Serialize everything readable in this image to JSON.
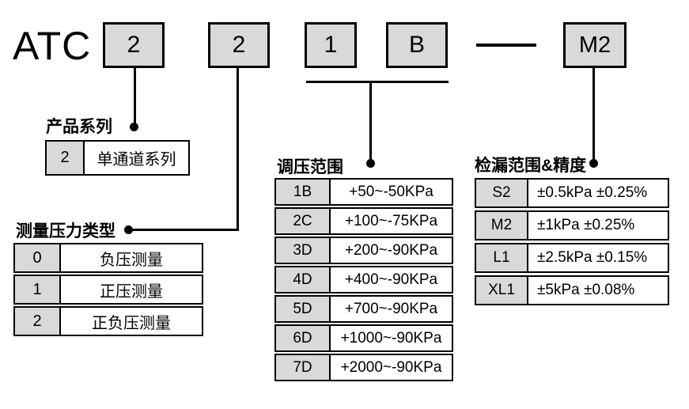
{
  "title_prefix": "ATC",
  "code_boxes": [
    {
      "value": "2"
    },
    {
      "value": "2"
    },
    {
      "value": "1"
    },
    {
      "value": "B"
    },
    {
      "value": "M2"
    }
  ],
  "sections": {
    "product_series": {
      "label": "产品系列",
      "rows": [
        {
          "code": "2",
          "desc": "单通道系列"
        }
      ]
    },
    "pressure_type": {
      "label": "测量压力类型",
      "rows": [
        {
          "code": "0",
          "desc": "负压测量"
        },
        {
          "code": "1",
          "desc": "正压测量"
        },
        {
          "code": "2",
          "desc": "正负压测量"
        }
      ]
    },
    "regulation_range": {
      "label": "调压范围",
      "rows": [
        {
          "code": "1B",
          "desc": "+50~-50KPa"
        },
        {
          "code": "2C",
          "desc": "+100~-75KPa"
        },
        {
          "code": "3D",
          "desc": "+200~-90KPa"
        },
        {
          "code": "4D",
          "desc": "+400~-90KPa"
        },
        {
          "code": "5D",
          "desc": "+700~-90KPa"
        },
        {
          "code": "6D",
          "desc": "+1000~-90KPa"
        },
        {
          "code": "7D",
          "desc": "+2000~-90KPa"
        }
      ]
    },
    "leak_range_accuracy": {
      "label": "检漏范围&精度",
      "rows": [
        {
          "code": "S2",
          "desc": "±0.5kPa ±0.25%"
        },
        {
          "code": "M2",
          "desc": "±1kPa ±0.25%"
        },
        {
          "code": "L1",
          "desc": "±2.5kPa ±0.15%"
        },
        {
          "code": "XL1",
          "desc": "±5kPa ±0.08%"
        }
      ]
    }
  },
  "colors": {
    "box_fill": "#d9d9d9",
    "line": "#000000",
    "background": "#ffffff"
  }
}
